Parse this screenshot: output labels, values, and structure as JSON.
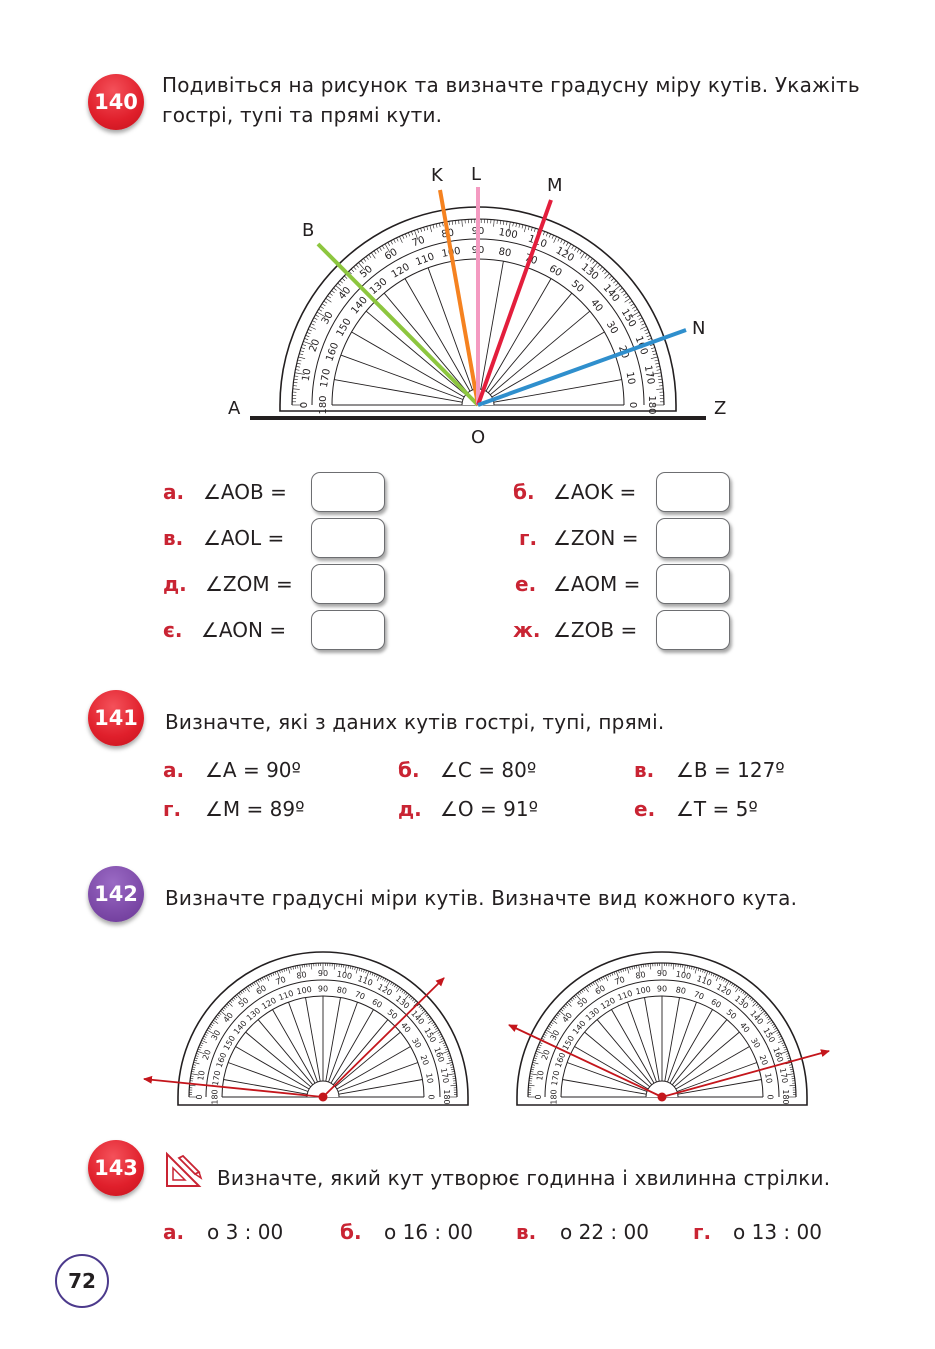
{
  "tasks": {
    "t140": {
      "number": "140",
      "text_line1": "Подивіться на рисунок та визначте градусну міру кутів. Укажіть",
      "text_line2": "гострі, тупі та прямі кути.",
      "figure_labels": {
        "A": "A",
        "Z": "Z",
        "O": "O",
        "B": "B",
        "K": "K",
        "L": "L",
        "M": "M",
        "N": "N"
      },
      "items": [
        {
          "letter": "а.",
          "expr": "∠AOB  ="
        },
        {
          "letter": "б.",
          "expr": "∠AOK  ="
        },
        {
          "letter": "в.",
          "expr": "∠AOL  ="
        },
        {
          "letter": "г.",
          "expr": "∠ZON  ="
        },
        {
          "letter": "д.",
          "expr": "∠ZOM ="
        },
        {
          "letter": "е.",
          "expr": "∠AOM ="
        },
        {
          "letter": "є.",
          "expr": "∠AON  ="
        },
        {
          "letter": "ж.",
          "expr": "∠ZOB  ="
        }
      ]
    },
    "t141": {
      "number": "141",
      "text": "Визначте, які з даних кутів гострі, тупі, прямі.",
      "items": [
        {
          "letter": "а.",
          "expr": "∠A = 90º"
        },
        {
          "letter": "б.",
          "expr": "∠C = 80º"
        },
        {
          "letter": "в.",
          "expr": "∠B = 127º"
        },
        {
          "letter": "г.",
          "expr": "∠M = 89º"
        },
        {
          "letter": "д.",
          "expr": "∠O = 91º"
        },
        {
          "letter": "е.",
          "expr": "∠T = 5º"
        }
      ]
    },
    "t142": {
      "number": "142",
      "text": "Визначте градусні міри кутів. Визначте вид кожного кута."
    },
    "t143": {
      "number": "143",
      "text": "Визначте, який кут утворює годинна і хвилинна стрілки.",
      "items": [
        {
          "letter": "а.",
          "expr": "о 3 : 00"
        },
        {
          "letter": "б.",
          "expr": "о 16 : 00"
        },
        {
          "letter": "в.",
          "expr": "о 22 : 00"
        },
        {
          "letter": "г.",
          "expr": "о 13 : 00"
        }
      ]
    }
  },
  "page_number": "72",
  "colors": {
    "badge_red": "#e01f2b",
    "badge_purple": "#7d4aa8",
    "letter_red": "#c92433",
    "ray_B": "#8dc63f",
    "ray_K": "#f58220",
    "ray_L": "#f49ac1",
    "ray_M": "#e31e3c",
    "ray_N": "#2f8fcd",
    "arrow_red": "#c4161c"
  }
}
